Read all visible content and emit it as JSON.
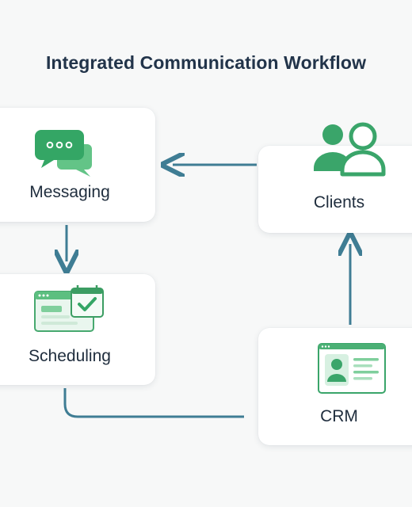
{
  "title": "Integrated Communication Workflow",
  "nodes": {
    "messaging": {
      "label": "Messaging",
      "icon": "chat-bubbles-icon"
    },
    "scheduling": {
      "label": "Scheduling",
      "icon": "calendar-check-icon"
    },
    "clients": {
      "label": "Clients",
      "icon": "users-icon"
    },
    "crm": {
      "label": "CRM",
      "icon": "contact-card-icon"
    }
  },
  "edges": [
    {
      "from": "clients",
      "to": "messaging"
    },
    {
      "from": "messaging",
      "to": "scheduling"
    },
    {
      "from": "scheduling",
      "to": "crm"
    },
    {
      "from": "crm",
      "to": "clients"
    }
  ],
  "colors": {
    "accent_green": "#3aa56a",
    "connector": "#3f7d94",
    "text": "#1f2d3d"
  }
}
